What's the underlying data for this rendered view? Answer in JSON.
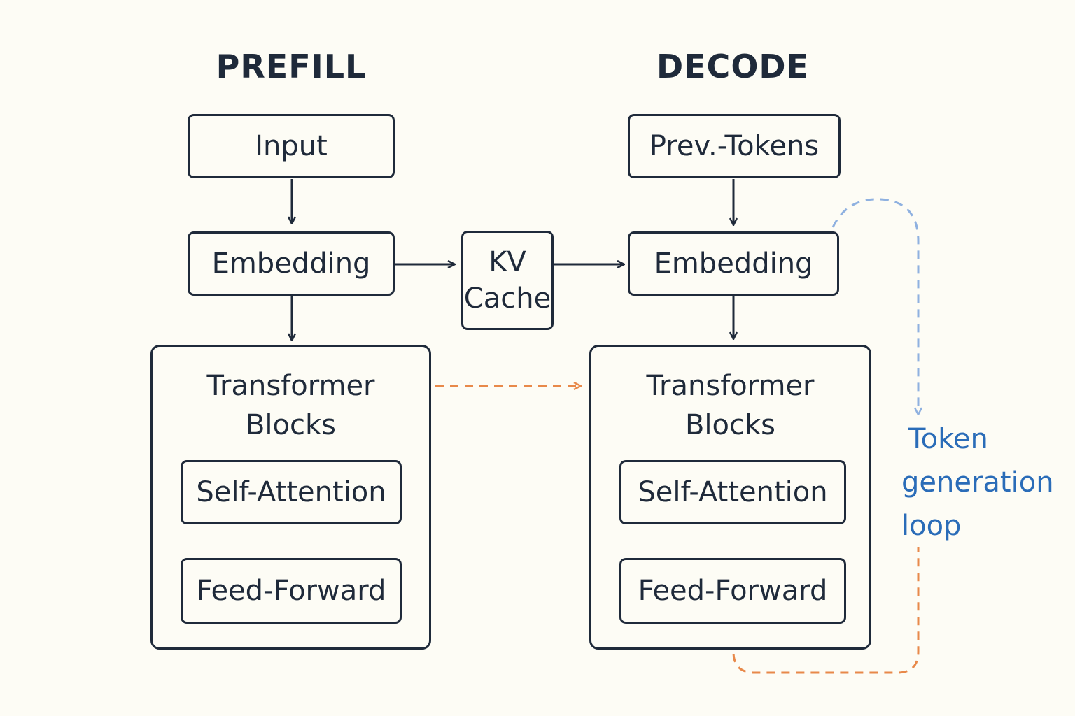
{
  "prefill": {
    "heading": "PREFILL",
    "input": "Input",
    "embedding": "Embedding",
    "transformer_title_line1": "Transformer",
    "transformer_title_line2": "Blocks",
    "self_attention": "Self-Attention",
    "feed_forward": "Feed-Forward"
  },
  "kv_cache": {
    "line1": "KV",
    "line2": "Cache"
  },
  "decode": {
    "heading": "DECODE",
    "prev_tokens": "Prev.-Tokens",
    "embedding": "Embedding",
    "transformer_title_line1": "Transformer",
    "transformer_title_line2": "Blocks",
    "self_attention": "Self-Attention",
    "feed_forward": "Feed-Forward"
  },
  "loop_note": {
    "line1": "Token",
    "line2": "generation",
    "line3": "loop"
  },
  "colors": {
    "ink": "#1f2a3a",
    "orange_dashed": "#e8894a",
    "blue_dashed": "#8fb1e0",
    "blue_text": "#2a6cb8",
    "background": "#fdfcf5"
  }
}
